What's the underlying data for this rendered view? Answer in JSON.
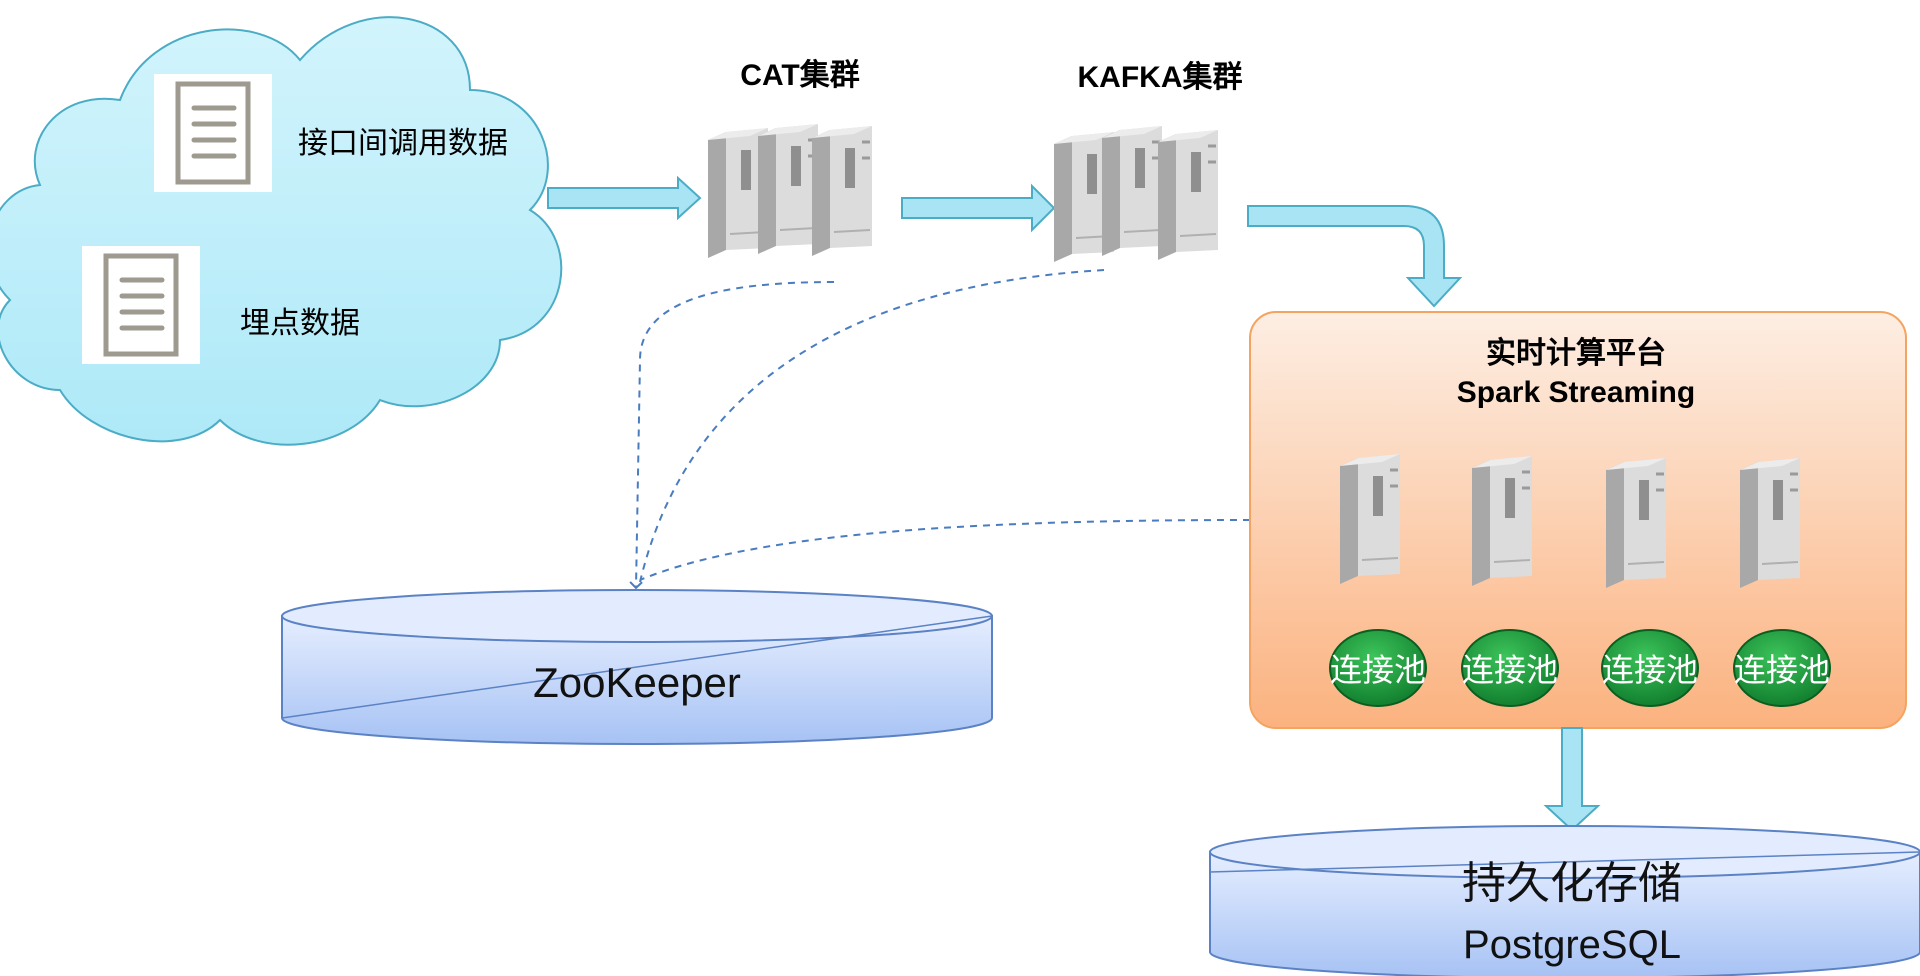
{
  "cloud": {
    "sources": [
      {
        "label": "接口间调用数据",
        "icon": "document-icon"
      },
      {
        "label": "埋点数据",
        "icon": "document-icon"
      }
    ]
  },
  "clusters": {
    "cat": {
      "title": "CAT集群",
      "icon": "server-rack-icon"
    },
    "kafka": {
      "title": "KAFKA集群",
      "icon": "server-rack-icon"
    }
  },
  "platform": {
    "title_line1": "实时计算平台",
    "title_line2": "Spark Streaming",
    "pool_label": "连接池",
    "node_count": 4
  },
  "zookeeper": {
    "label": "ZooKeeper"
  },
  "storage": {
    "label_line1": "持久化存储",
    "label_line2": "PostgreSQL"
  },
  "colors": {
    "cloud_fill": "#bfeefa",
    "cloud_stroke": "#4bacc6",
    "arrow_fill": "#a8e4f4",
    "arrow_stroke": "#4bacc6",
    "platform_fill_top": "#fde9db",
    "platform_fill_bottom": "#fbb989",
    "platform_stroke": "#f4a460",
    "pool_fill": "#1e9e3e",
    "db_fill_top": "#e3ecff",
    "db_fill_bottom": "#a8c4f5",
    "db_stroke": "#5b82c4",
    "dash_stroke": "#4a7cc0",
    "server_light": "#d9d9d9",
    "server_dark": "#a6a6a6"
  }
}
